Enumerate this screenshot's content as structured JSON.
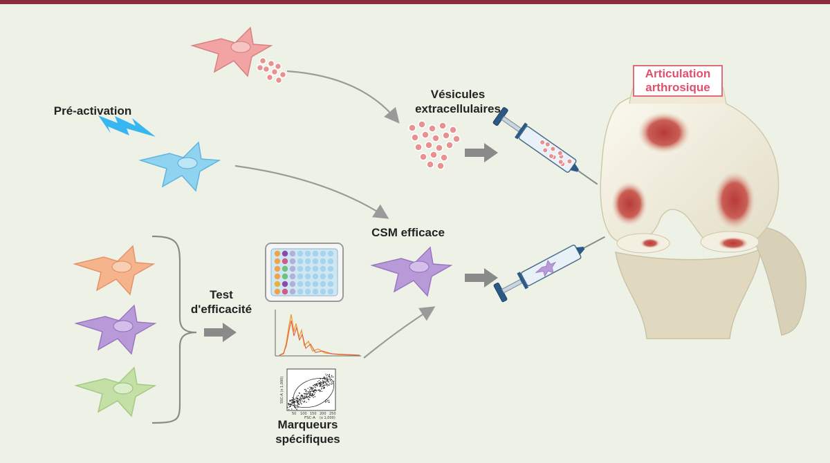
{
  "labels": {
    "pre_activation": "Pré-activation",
    "vesicles": "Vésicules\nextracellulaires",
    "efficacy_test": "Test\nd'efficacité",
    "effective_msc": "CSM efficace",
    "specific_markers": "Marqueurs\nspécifiques",
    "arthritic_joint": "Articulation\narthrosique"
  },
  "scatter_plot": {
    "y_axis": "SSC-A (x 1,000)",
    "x_axis": "FSC-A",
    "x_axis_scale": "(x 1,000)",
    "gate": "P1",
    "x_ticks": [
      "50",
      "100",
      "150",
      "200",
      "250"
    ]
  },
  "colors": {
    "accent_bar": "#8c2d3f",
    "cell_red": "#f2a3a3",
    "cell_blue": "#8fd3f0",
    "cell_orange": "#f6b48c",
    "cell_purple": "#b99ad8",
    "cell_green": "#c4e0a6",
    "vesicle": "#e99090",
    "arrow": "#8a8a8a",
    "lightning": "#38b6f0"
  },
  "icons": {
    "activation": "lightning-icon",
    "plate": "multiwell-plate-icon",
    "histogram": "histogram-chart-icon",
    "scatter": "flow-cytometry-scatter-icon",
    "syringe": "syringe-icon",
    "knee": "knee-joint-icon"
  }
}
